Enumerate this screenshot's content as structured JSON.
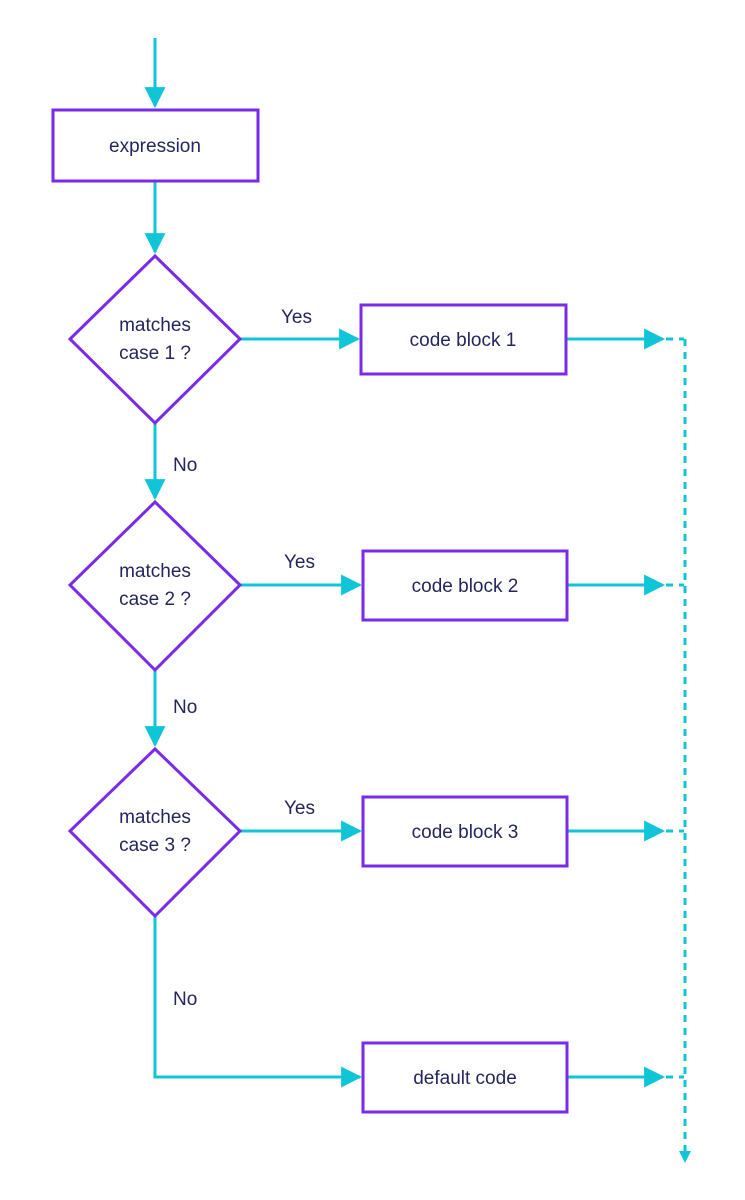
{
  "colors": {
    "line": "#11c5d8",
    "node_border": "#7a2be8",
    "text": "#25265e",
    "background": "#ffffff"
  },
  "nodes": {
    "expression": "expression",
    "decision1_line1": "matches",
    "decision1_line2": "case 1 ?",
    "decision2_line1": "matches",
    "decision2_line2": "case 2 ?",
    "decision3_line1": "matches",
    "decision3_line2": "case 3 ?",
    "code_block_1": "code block 1",
    "code_block_2": "code block 2",
    "code_block_3": "code block 3",
    "default_code": "default code"
  },
  "edges": {
    "yes1": "Yes",
    "yes2": "Yes",
    "yes3": "Yes",
    "no1": "No",
    "no2": "No",
    "no3": "No"
  }
}
